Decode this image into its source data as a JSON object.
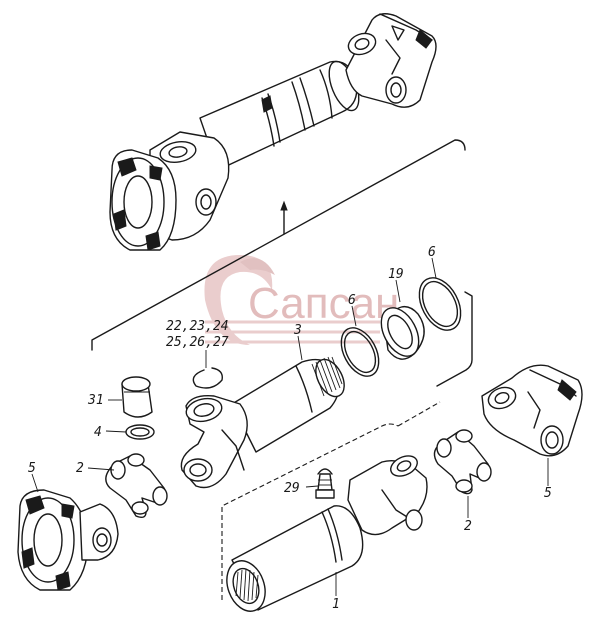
{
  "watermark": {
    "text": "Сапсан",
    "color": "#d9a6a6"
  },
  "callouts": {
    "c1": "1",
    "c2a": "2",
    "c2b": "2",
    "c3": "3",
    "c4": "4",
    "c5a": "5",
    "c5b": "5",
    "c6a": "6",
    "c6b": "6",
    "c19": "19",
    "c22": "22,23,24",
    "c25": "25,26,27",
    "c29": "29",
    "c31": "31"
  },
  "colors": {
    "ink": "#1a1a1a",
    "paper": "#ffffff"
  }
}
